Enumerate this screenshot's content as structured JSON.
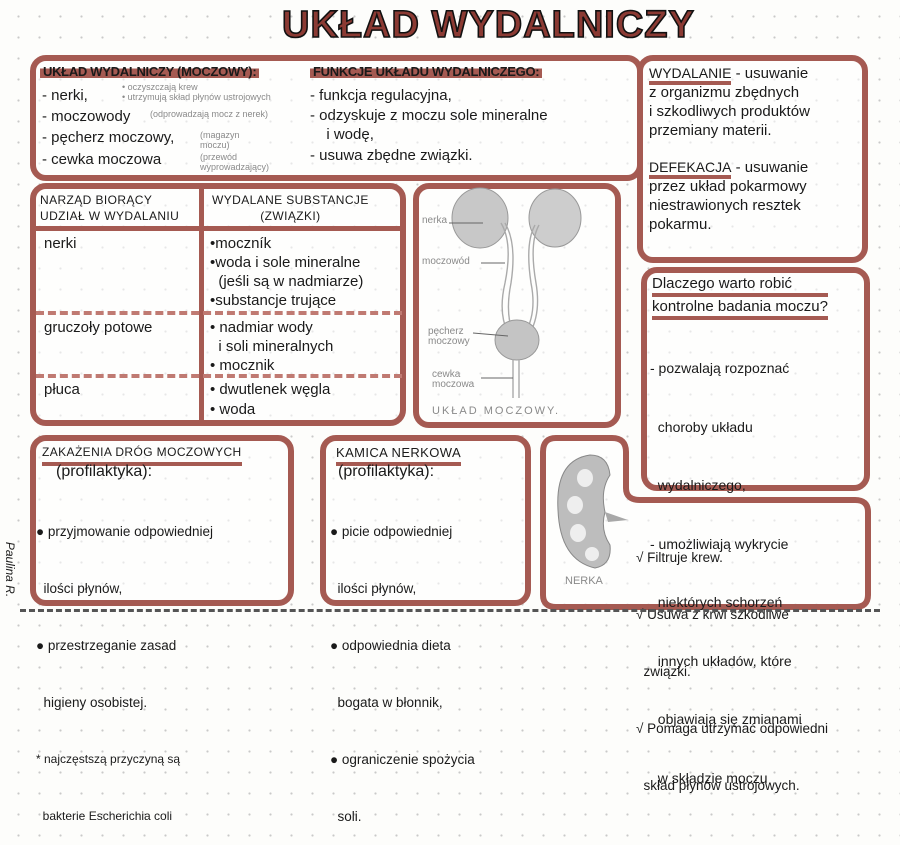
{
  "title": "UKŁAD WYDALNICZY",
  "signature": "Paulina R.",
  "brand_color": "#a55a52",
  "organs": {
    "heading": "UKŁAD WYDALNICZY (MOCZOWY):",
    "items": [
      {
        "label": "- nerki,",
        "note": "• oczyszczają krew\n• utrzymują skład płynów ustrojowych"
      },
      {
        "label": "- moczowody",
        "note": "(odprowadzają mocz z nerek)"
      },
      {
        "label": "- pęcherz moczowy,",
        "note": "(magazyn moczu)"
      },
      {
        "label": "- cewka moczowa",
        "note": "(przewód wyprowadzający)"
      }
    ]
  },
  "functions": {
    "heading": "FUNKCJE UKŁADU WYDALNICZEGO:",
    "items": [
      "- funkcja regulacyjna,",
      "- odzyskuje z moczu sole mineralne",
      "  i wodę,",
      "- usuwa zbędne związki."
    ]
  },
  "definitions": {
    "term1": "WYDALANIE",
    "def1": [
      "- usuwanie",
      "z organizmu zbędnych",
      "i szkodliwych produktów",
      "przemiany materii."
    ],
    "term2": "DEFEKACJA",
    "def2": [
      "- usuwanie",
      "przez układ pokarmowy",
      "niestrawionych resztek",
      "pokarmu."
    ]
  },
  "table": {
    "headers": [
      "NARZĄD BIORĄCY\nUDZIAŁ W WYDALANIU",
      "WYDALANE SUBSTANCJE\n(ZWIĄZKI)"
    ],
    "rows": [
      {
        "organ": "nerki",
        "substances": [
          "•moczník",
          "•woda i sole mineralne",
          "  (jeśli są w nadmiarze)",
          "•substancje trujące"
        ]
      },
      {
        "organ": "gruczoły potowe",
        "substances": [
          "• nadmiar wody",
          "  i soli mineralnych",
          "• mocznik"
        ]
      },
      {
        "organ": "płuca",
        "substances": [
          "• dwutlenek węgla",
          "• woda"
        ]
      }
    ]
  },
  "diagram": {
    "labels": [
      "nerka",
      "moczowód",
      "pęcherz\nmoczowy",
      "cewka\nmoczowa"
    ],
    "caption": "UKŁAD MOCZOWY."
  },
  "checkups": {
    "question": [
      "Dlaczego warto robić",
      "kontrolne badania moczu?"
    ],
    "items": [
      "- pozwalają rozpoznać",
      "  choroby układu",
      "  wydalniczego,",
      "- umożliwiają wykrycie",
      "  niektórych schorzeń",
      "  innych układów, które",
      "  objawiają się zmianami",
      "  w składzie moczu"
    ]
  },
  "infections": {
    "heading": "ZAKAŻENIA DRÓG MOCZOWYCH",
    "sub": "(profilaktyka):",
    "items": [
      "● przyjmowanie odpowiedniej",
      "  ilości płynów,",
      "● przestrzeganie zasad",
      "  higieny osobistej.",
      "* najczęstszą przyczyną są",
      "  bakterie Escherichia coli"
    ]
  },
  "kidney_stones": {
    "heading": "KAMICA NERKOWA",
    "sub": "(profilaktyka):",
    "items": [
      "● picie odpowiedniej",
      "  ilości płynów,",
      "● odpowiednia dieta",
      "  bogata w błonnik,",
      "● ograniczenie spożycia",
      "  soli."
    ]
  },
  "kidney": {
    "caption": "NERKA",
    "items": [
      "√ Filtruje krew.",
      "√ Usuwa z krwi szkodliwe",
      "  związki.",
      "√ Pomaga utrzymać odpowiedni",
      "  skład płynów ustrojowych."
    ]
  }
}
